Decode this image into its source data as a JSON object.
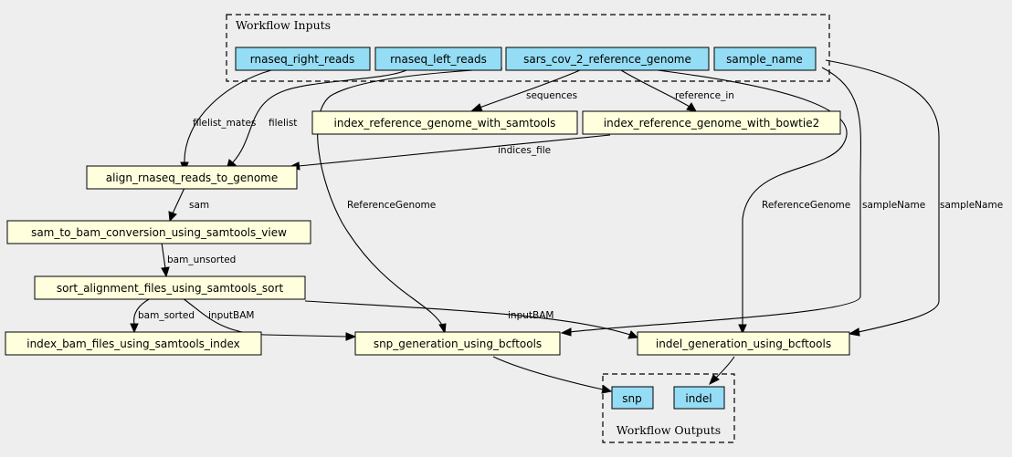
{
  "clusters": {
    "inputs": "Workflow Inputs",
    "outputs": "Workflow Outputs"
  },
  "nodes": {
    "rnaseq_right_reads": "rnaseq_right_reads",
    "rnaseq_left_reads": "rnaseq_left_reads",
    "sars_cov_2_reference_genome": "sars_cov_2_reference_genome",
    "sample_name": "sample_name",
    "index_reference_genome_with_samtools": "index_reference_genome_with_samtools",
    "index_reference_genome_with_bowtie2": "index_reference_genome_with_bowtie2",
    "align_rnaseq_reads_to_genome": "align_rnaseq_reads_to_genome",
    "sam_to_bam_conversion_using_samtools_view": "sam_to_bam_conversion_using_samtools_view",
    "sort_alignment_files_using_samtools_sort": "sort_alignment_files_using_samtools_sort",
    "index_bam_files_using_samtools_index": "index_bam_files_using_samtools_index",
    "snp_generation_using_bcftools": "snp_generation_using_bcftools",
    "indel_generation_using_bcftools": "indel_generation_using_bcftools",
    "snp": "snp",
    "indel": "indel"
  },
  "edge_labels": {
    "filelist_mates": "filelist_mates",
    "filelist": "filelist",
    "sequences": "sequences",
    "reference_in": "reference_in",
    "indices_file": "indices_file",
    "sam": "sam",
    "bam_unsorted": "bam_unsorted",
    "bam_sorted": "bam_sorted",
    "inputBAM_snp": "inputBAM",
    "inputBAM_indel": "inputBAM",
    "ReferenceGenome_snp": "ReferenceGenome",
    "ReferenceGenome_indel": "ReferenceGenome",
    "sampleName_snp": "sampleName",
    "sampleName_indel": "sampleName"
  },
  "colors": {
    "io_fill": "#94ddf4",
    "step_fill": "#ffffdd",
    "background": "#eeeeee"
  }
}
